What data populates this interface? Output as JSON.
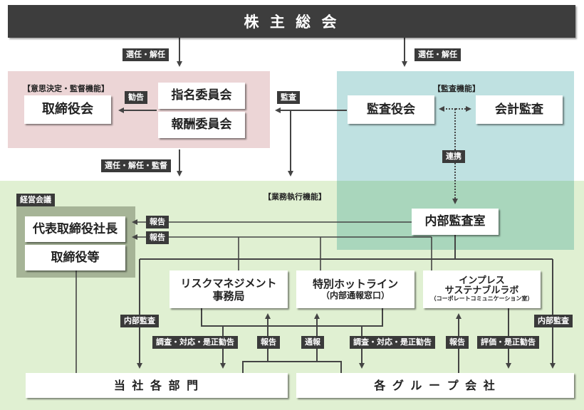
{
  "title": "株 主 総 会",
  "colors": {
    "top_bar": "#3d3d3d",
    "decision_zone": "#ecd5d6",
    "audit_zone": "#bfe1e1",
    "execution_zone": "#e0f0d2",
    "overlap_zone": "#a9d6bc",
    "mgmt_meeting_zone": "#a6b497",
    "tag_bg": "#3a3a3a",
    "line": "#444444"
  },
  "zones": {
    "decision": "【意思決定・監督機能】",
    "audit": "【監査機能】",
    "execution": "【業務執行機能】",
    "mgmt_meeting": "経営会議"
  },
  "boxes": {
    "board": "取締役会",
    "nomination": "指名委員会",
    "compensation": "報酬委員会",
    "audit_board": "監査役会",
    "accounting_audit": "会計監査",
    "internal_audit": "内部監査室",
    "president": "代表取締役社長",
    "directors": "取締役等",
    "risk_mgmt_line1": "リスクマネジメント",
    "risk_mgmt_line2": "事務局",
    "hotline_line1": "特別ホットライン",
    "hotline_line2": "（内部通報窓口）",
    "sustain_line1": "インプレス",
    "sustain_line2": "サステナブルラボ",
    "sustain_line3": "（コーポレートコミュニケーション室）",
    "departments": "当 社 各 部 門",
    "group": "各 グ ル ー プ 会 社"
  },
  "tags": {
    "elect_left": "選任・解任",
    "elect_right": "選任・解任",
    "recommend": "勧告",
    "audit": "監査",
    "coop": "連携",
    "elect_supervise": "選任・解任・監督",
    "report1": "報告",
    "report2": "報告",
    "internal_audit_left": "内部監査",
    "internal_audit_right": "内部監査",
    "investigate1": "調査・対応・是正勧告",
    "report3": "報告",
    "whistle": "通報",
    "investigate2": "調査・対応・是正勧告",
    "report4": "報告",
    "evaluate": "評価・是正勧告"
  }
}
